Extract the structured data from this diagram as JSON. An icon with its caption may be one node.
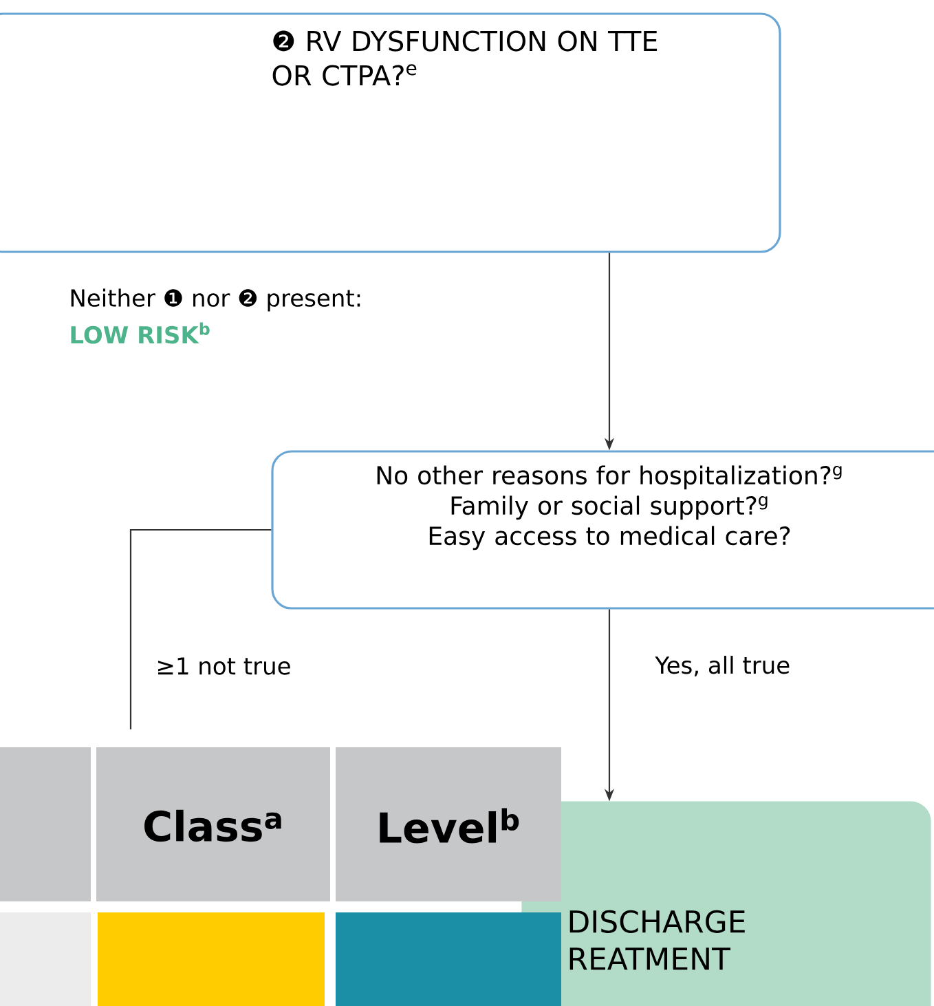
{
  "diagram": {
    "nodes": [
      {
        "text": [
          "❷ RV DYSFUNCTION ON TTE OR CTPA?$^{e}$"
        ]
      },
      {
        "text": [
          "No other reasons for hospitalization?$^{g}$",
          "Family or social support?$^{g}$",
          "Easy access to medical care?"
        ]
      },
      {
        "text": [
          "DISCHARGE REATMENT"
        ]
      }
    ],
    "edges": [
      {
        "from": 0,
        "to": 1,
        "arrow": "to"
      },
      {
        "from": 1,
        "to": 2,
        "arrow": "to",
        "label": "Yes, all true"
      },
      {
        "from": 1,
        "to": null,
        "arrow": "none",
        "label": "≥1 not true"
      }
    ],
    "labels": [
      "Neither ❶ nor ❷ present:",
      "LOW RISK$^{b}$",
      "Class$^{a}$",
      "Level$^{b}$"
    ]
  }
}
